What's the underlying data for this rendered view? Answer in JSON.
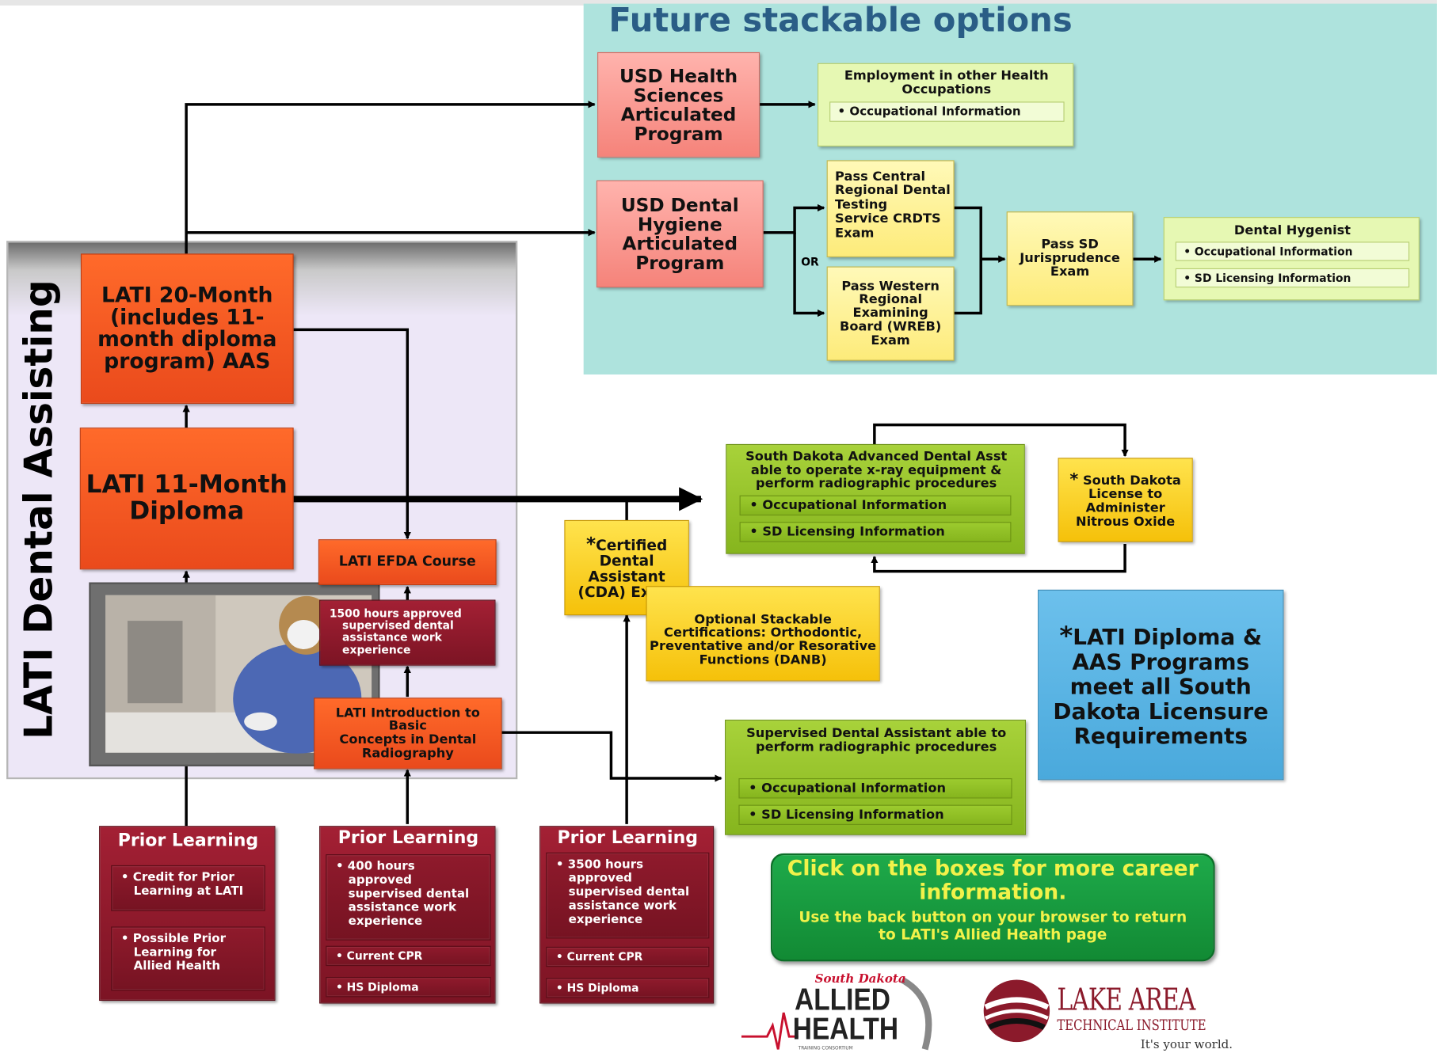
{
  "future": {
    "title": "Future stackable options"
  },
  "sidebar": {
    "vertical_title": "LATI Dental Assisting"
  },
  "boxes": {
    "usd_health": {
      "lines": [
        "USD Health",
        "Sciences",
        "Articulated",
        "Program"
      ]
    },
    "usd_dental": {
      "lines": [
        "USD Dental",
        "Hygiene",
        "Articulated",
        "Program"
      ]
    },
    "employment": {
      "lines": [
        "Employment in other Health",
        "Occupations"
      ],
      "bullet": "• Occupational Information"
    },
    "crdts": {
      "lines": [
        "Pass Central",
        "Regional Dental",
        "Testing",
        "Service CRDTS",
        "Exam"
      ]
    },
    "or_label": "OR",
    "wreb": {
      "lines": [
        "Pass Western",
        "Regional",
        "Examining",
        "Board (WREB)",
        "Exam"
      ]
    },
    "jurisprudence": {
      "lines": [
        "Pass SD",
        "Jurisprudence",
        "Exam"
      ]
    },
    "hygienist": {
      "title": "Dental Hygenist",
      "bullets": [
        "• Occupational Information",
        "• SD Licensing Information"
      ]
    },
    "lati20": {
      "lines": [
        "LATI 20-Month",
        "(includes 11-",
        "month diploma",
        "program) AAS"
      ]
    },
    "lati11": {
      "lines": [
        "LATI 11-Month",
        "Diploma"
      ]
    },
    "efda": {
      "label": "LATI EFDA Course"
    },
    "efda_req": {
      "lines": [
        "1500 hours approved",
        "supervised dental",
        "assistance work",
        "experience"
      ]
    },
    "intro_radio": {
      "lines": [
        "LATI Introduction to Basic",
        "Concepts in Dental",
        "Radiography"
      ]
    },
    "cda": {
      "lines": [
        "Certified",
        "Dental",
        "Assistant",
        "(CDA) Exam"
      ],
      "star": "*"
    },
    "optional": {
      "lines": [
        "Optional Stackable",
        "Certifications: Orthodontic,",
        "Preventative and/or Resorative",
        "Functions (DANB)"
      ]
    },
    "sd_advanced": {
      "lines": [
        "South Dakota Advanced Dental Asst",
        "able to operate x-ray equipment &",
        "perform radiographic procedures"
      ],
      "bullets": [
        "• Occupational Information",
        "• SD Licensing Information"
      ]
    },
    "nitrous": {
      "lines": [
        "South Dakota",
        "License to",
        "Administer",
        "Nitrous Oxide"
      ],
      "star": "*"
    },
    "licensure_note": {
      "lines": [
        "LATI Diploma &",
        "AAS Programs",
        "meet all South",
        "Dakota Licensure",
        "Requirements"
      ],
      "star": "*"
    },
    "supervised": {
      "lines": [
        "Supervised Dental Assistant able to",
        "perform radiographic procedures"
      ],
      "bullets": [
        "• Occupational Information",
        "• SD Licensing Information"
      ]
    },
    "prior1": {
      "title": "Prior Learning",
      "bullets": [
        "• Credit for Prior\n   Learning at LATI",
        "• Possible Prior\n   Learning for\n   Allied Health"
      ]
    },
    "prior2": {
      "title": "Prior Learning",
      "bullets": [
        "• 400 hours\n   approved\n   supervised dental\n   assistance work\n   experience",
        "• Current CPR",
        "• HS Diploma"
      ]
    },
    "prior3": {
      "title": "Prior Learning",
      "bullets": [
        "• 3500 hours\n   approved\n   supervised dental\n   assistance work\n   experience",
        "• Current CPR",
        "• HS Diploma"
      ]
    }
  },
  "click_note": {
    "line1": "Click on the boxes for more career",
    "line2": "information.",
    "line3": "Use the back button on your browser to return",
    "line4": "to LATI's Allied Health page"
  },
  "logos": {
    "allied": {
      "script": "South Dakota",
      "word1": "ALLIED",
      "word2": "HEALTH",
      "sub": "TRAINING CONSORTIUM"
    },
    "lake": {
      "line1": "LAKE AREA",
      "line2": "TECHNICAL INSTITUTE",
      "tagline": "It's your world."
    }
  },
  "colors": {
    "teal_bg": "#aee3dd",
    "title_blue": "#2a5d86",
    "orange": "#f05522",
    "maroon": "#8f1a2c",
    "green": "#95c12a",
    "click_yellow": "#f2f24a"
  }
}
